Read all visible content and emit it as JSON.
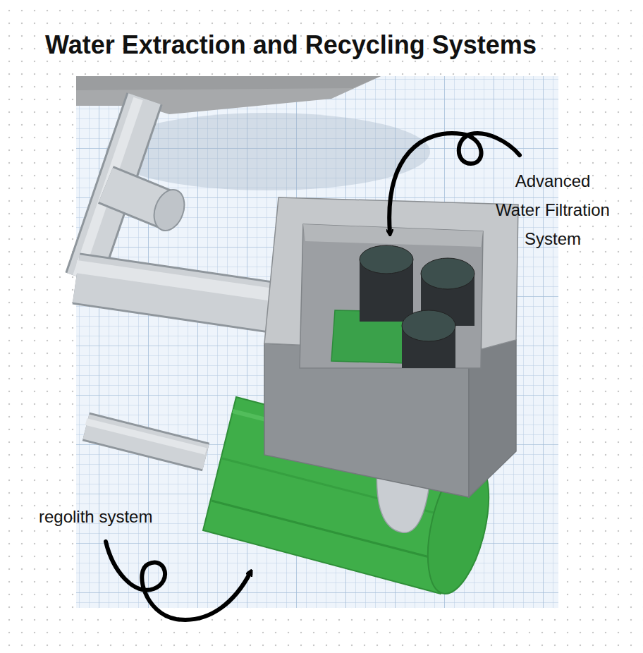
{
  "diagram": {
    "title": "Water Extraction and Recycling Systems",
    "labels": [
      "Advanced Water Filtration System",
      "regolith system"
    ]
  }
}
